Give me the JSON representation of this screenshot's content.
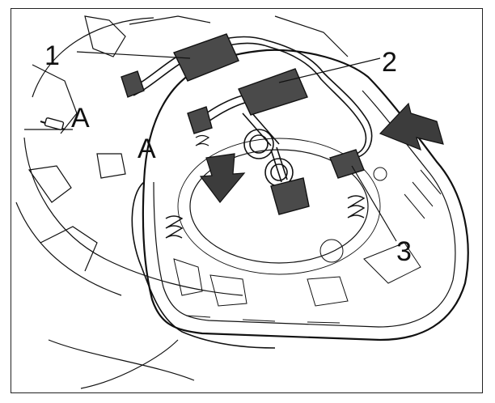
{
  "diagram": {
    "callouts": {
      "c1": "1",
      "c2": "2",
      "c3": "3",
      "a_left": "A",
      "a_center": "A"
    },
    "colors": {
      "line": "#111111",
      "connector_fill": "#4a4a4a",
      "background": "#ffffff"
    }
  }
}
